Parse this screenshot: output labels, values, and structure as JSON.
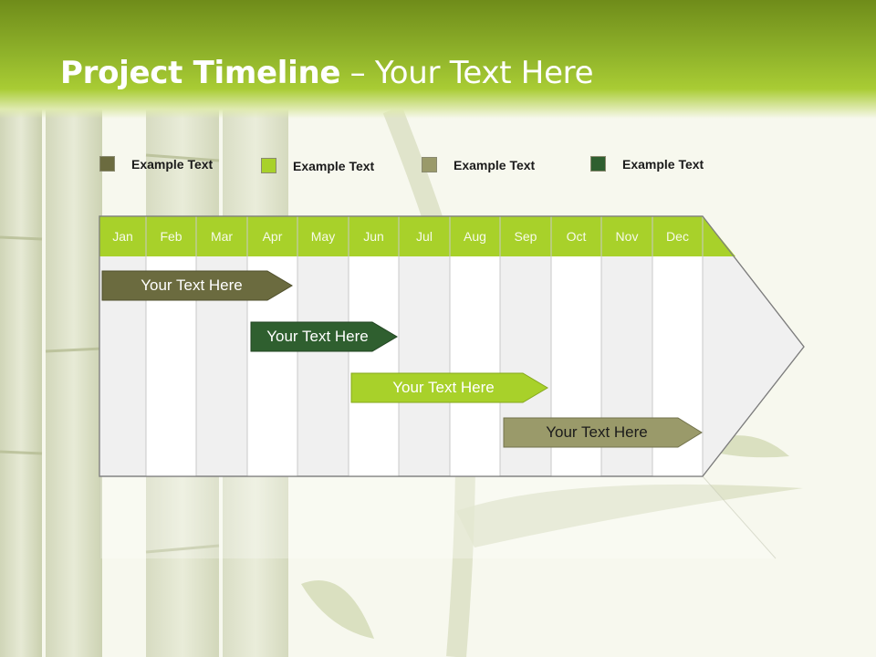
{
  "title": {
    "bold": "Project Timeline",
    "rest": " – Your Text Here"
  },
  "legend": [
    {
      "label": "Example Text",
      "color": "#6b6b3f"
    },
    {
      "label": "Example Text",
      "color": "#a8d12a"
    },
    {
      "label": "Example Text",
      "color": "#9a9a6a"
    },
    {
      "label": "Example Text",
      "color": "#2f5f2f"
    }
  ],
  "months": [
    "Jan",
    "Feb",
    "Mar",
    "Apr",
    "May",
    "Jun",
    "Jul",
    "Aug",
    "Sep",
    "Oct",
    "Nov",
    "Dec"
  ],
  "tasks": [
    {
      "label": "Your  Text Here",
      "color": "#6b6b3f",
      "text_color": "#ffffff"
    },
    {
      "label": "Your  Text Here",
      "color": "#2f5f2f",
      "text_color": "#ffffff"
    },
    {
      "label": "Your  Text Here",
      "color": "#a8d12a",
      "text_color": "#ffffff"
    },
    {
      "label": "Your  Text Here",
      "color": "#9a9a6a",
      "text_color": "#1b1b1b"
    }
  ],
  "colors": {
    "header_band": "#a9cc34",
    "month_band": "#a8d12a"
  }
}
